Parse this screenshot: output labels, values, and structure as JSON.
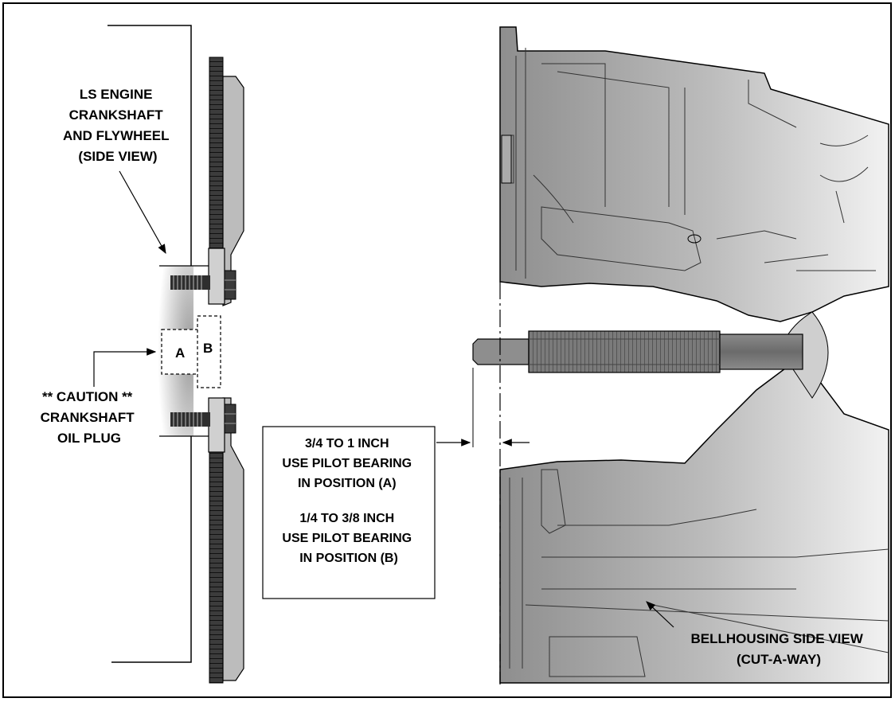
{
  "labels": {
    "engine": [
      "LS ENGINE",
      "CRANKSHAFT",
      "AND FLYWHEEL",
      "(SIDE VIEW)"
    ],
    "caution": [
      "** CAUTION **",
      "CRANKSHAFT",
      "OIL PLUG"
    ],
    "position_a": "A",
    "position_b": "B",
    "spec_box": [
      "3/4 TO 1 INCH",
      "USE PILOT BEARING",
      "IN POSITION (A)",
      "1/4 TO 3/8 INCH",
      "USE PILOT BEARING",
      "IN POSITION (B)"
    ],
    "bellhousing": [
      "BELLHOUSING SIDE VIEW",
      "(CUT-A-WAY)"
    ]
  }
}
